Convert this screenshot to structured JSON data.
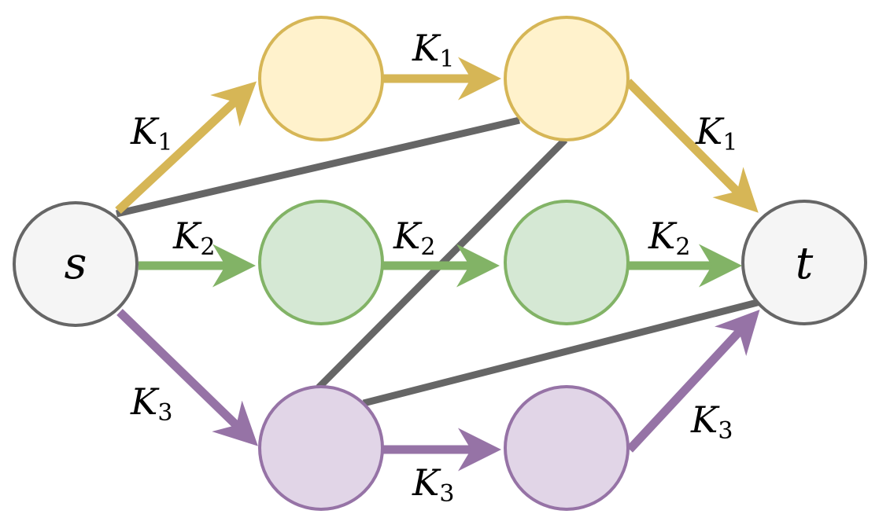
{
  "colors": {
    "k1_stroke": "#d6b656",
    "k1_fill": "#fff2cc",
    "k2_stroke": "#82b366",
    "k2_fill": "#d5e8d4",
    "k3_stroke": "#9673a6",
    "k3_fill": "#e1d5e7",
    "terminal_stroke": "#666666",
    "terminal_fill": "#f5f5f5",
    "cross_edge": "#666666"
  },
  "nodes": {
    "s": {
      "label": "s"
    },
    "t": {
      "label": "t"
    }
  },
  "edge_labels": {
    "k1_label": "K",
    "k1_sub": "1",
    "k2_label": "K",
    "k2_sub": "2",
    "k3_label": "K",
    "k3_sub": "3"
  }
}
